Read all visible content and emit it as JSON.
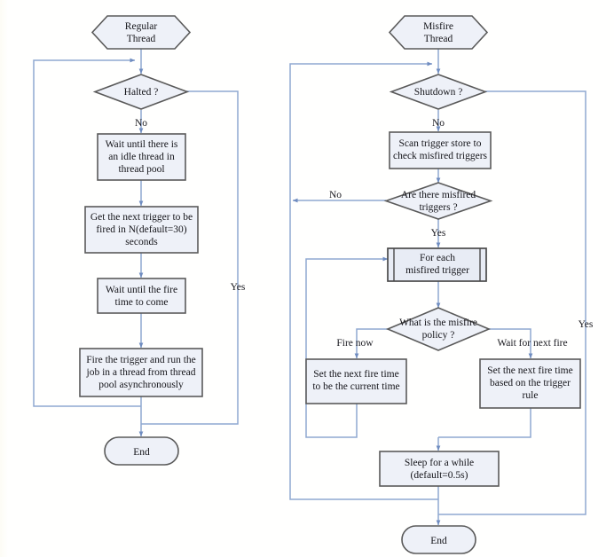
{
  "diagram": {
    "title": "Quartz scheduler regular thread and misfire thread flowchart",
    "colors": {
      "node_fill": "#eef1f8",
      "node_stroke": "#5a5a5a",
      "flow_line": "#8fa8d0",
      "text": "#15151a",
      "background": "#ffffff"
    }
  },
  "left_flow": {
    "name": "Regular Thread",
    "nodes": {
      "start": {
        "shape": "hexagon",
        "lines": [
          "Regular",
          "Thread"
        ]
      },
      "halted": {
        "shape": "diamond",
        "lines": [
          "Halted ?"
        ]
      },
      "wait_idle": {
        "shape": "process",
        "lines": [
          "Wait until there is",
          "an idle thread in",
          "thread pool"
        ]
      },
      "get_trigger": {
        "shape": "process",
        "lines": [
          "Get the next trigger to be",
          "fired in N(default=30)",
          "seconds"
        ]
      },
      "wait_fire": {
        "shape": "process",
        "lines": [
          "Wait until the fire",
          "time to come"
        ]
      },
      "fire_trigger": {
        "shape": "process",
        "lines": [
          "Fire the trigger and run the",
          "job in a thread from thread",
          "pool asynchronously"
        ]
      },
      "end": {
        "shape": "terminator",
        "lines": [
          "End"
        ]
      }
    },
    "edge_labels": {
      "halted_no": "No",
      "halted_yes": "Yes"
    }
  },
  "right_flow": {
    "name": "Misfire Thread",
    "nodes": {
      "start": {
        "shape": "hexagon",
        "lines": [
          "Misfire",
          "Thread"
        ]
      },
      "shutdown": {
        "shape": "diamond",
        "lines": [
          "Shutdown ?"
        ]
      },
      "scan": {
        "shape": "process",
        "lines": [
          "Scan trigger store to",
          "check misfired triggers"
        ]
      },
      "are_misfired": {
        "shape": "diamond",
        "lines": [
          "Are there misfired",
          "triggers ?"
        ]
      },
      "for_each": {
        "shape": "predefined-process",
        "lines": [
          "For each",
          "misfired trigger"
        ]
      },
      "policy": {
        "shape": "diamond",
        "lines": [
          "What is the misfire",
          "policy ?"
        ]
      },
      "set_current": {
        "shape": "process",
        "lines": [
          "Set the next fire time",
          "to be the current time"
        ]
      },
      "set_rule": {
        "shape": "process",
        "lines": [
          "Set the next fire time",
          "based on the trigger",
          "rule"
        ]
      },
      "sleep": {
        "shape": "process",
        "lines": [
          "Sleep for a while",
          "(default=0.5s)"
        ]
      },
      "end": {
        "shape": "terminator",
        "lines": [
          "End"
        ]
      }
    },
    "edge_labels": {
      "shutdown_no": "No",
      "shutdown_yes": "Yes",
      "misfired_no": "No",
      "misfired_yes": "Yes",
      "policy_fire_now": "Fire now",
      "policy_wait_next": "Wait for next fire"
    }
  }
}
